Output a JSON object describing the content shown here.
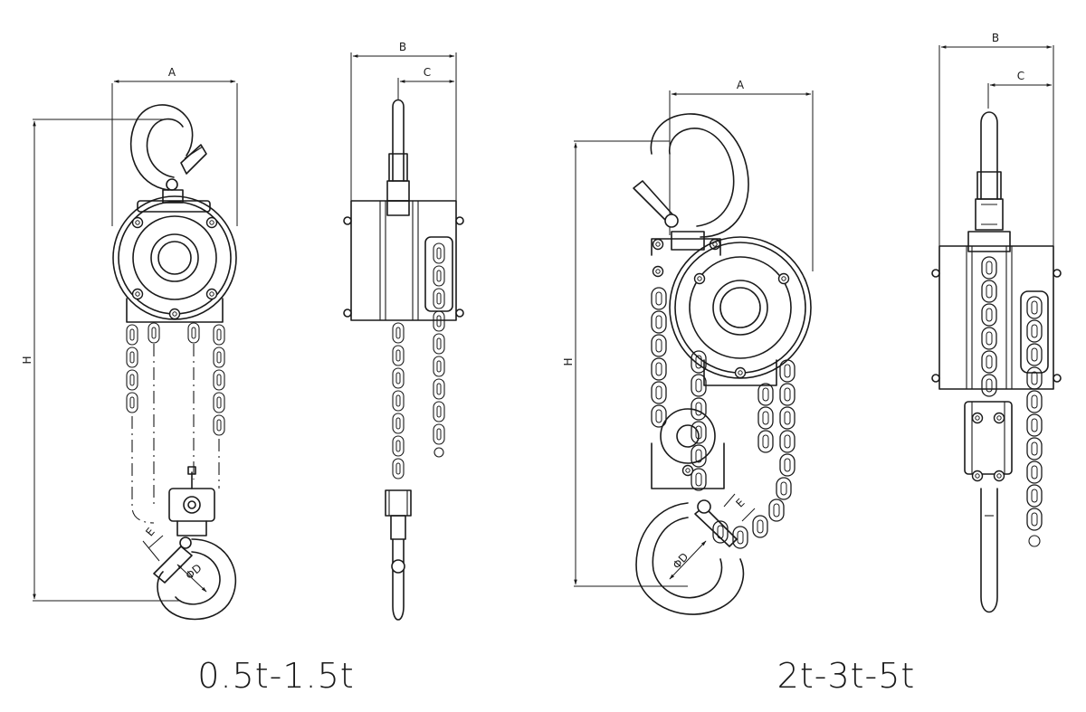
{
  "left_group": {
    "caption": "0.5t-1.5t",
    "dims": {
      "a": "A",
      "b": "B",
      "c": "C",
      "h": "H",
      "e": "E",
      "d": "ΦD"
    }
  },
  "right_group": {
    "caption": "2t-3t-5t",
    "dims": {
      "a": "A",
      "b": "B",
      "c": "C",
      "h": "H",
      "e": "E",
      "d": "ΦD"
    }
  }
}
